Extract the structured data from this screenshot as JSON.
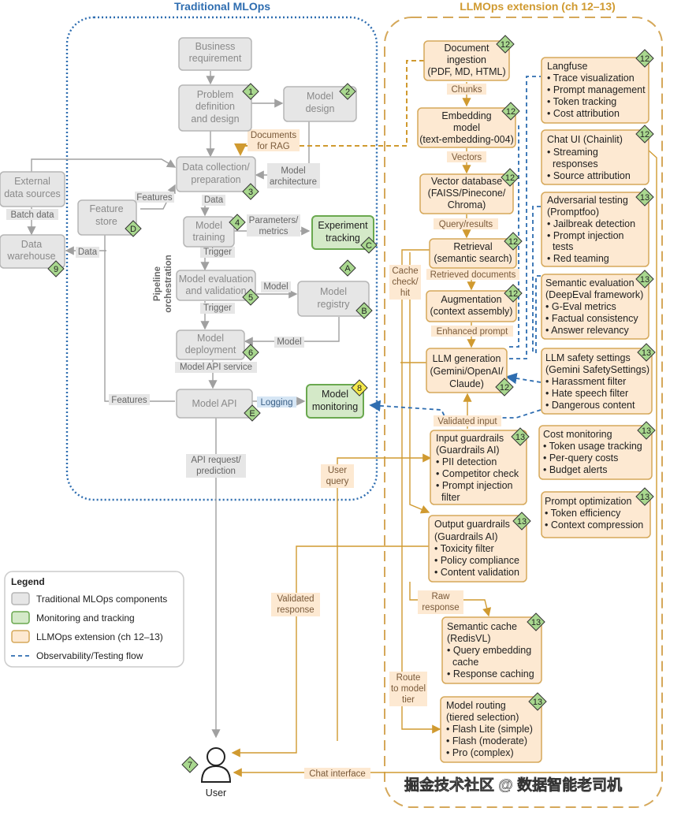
{
  "sections": {
    "traditional": "Traditional MLOps",
    "llmops": "LLMOps extension (ch 12–13)"
  },
  "traditional_nodes": {
    "business_requirement": [
      "Business",
      "requirement"
    ],
    "problem_definition": [
      "Problem",
      "definition",
      "and design"
    ],
    "model_design": [
      "Model",
      "design"
    ],
    "external_data_sources": [
      "External",
      "data sources"
    ],
    "data_warehouse": [
      "Data",
      "warehouse"
    ],
    "feature_store": [
      "Feature",
      "store"
    ],
    "data_collection": [
      "Data collection/",
      "preparation"
    ],
    "model_training": [
      "Model",
      "training"
    ],
    "experiment_tracking": [
      "Experiment",
      "tracking"
    ],
    "model_evaluation": [
      "Model evaluation",
      "and validation"
    ],
    "model_registry": [
      "Model",
      "registry"
    ],
    "model_deployment": [
      "Model",
      "deployment"
    ],
    "model_api": [
      "Model API"
    ],
    "model_monitoring": [
      "Model",
      "monitoring"
    ],
    "user": "User"
  },
  "llm_nodes": {
    "document_ingestion": [
      "Document",
      "ingestion",
      "(PDF, MD, HTML)"
    ],
    "embedding_model": [
      "Embedding",
      "model",
      "(text-embedding-004)"
    ],
    "vector_database": [
      "Vector database",
      "(FAISS/Pinecone/",
      "Chroma)"
    ],
    "retrieval": [
      "Retrieval",
      "(semantic search)"
    ],
    "augmentation": [
      "Augmentation",
      "(context assembly)"
    ],
    "llm_generation": [
      "LLM generation",
      "(Gemini/OpenAI/",
      "Claude)"
    ],
    "input_guardrails": [
      "Input guardrails",
      "(Guardrails AI)",
      "• PII detection",
      "• Competitor check",
      "• Prompt injection",
      "  filter"
    ],
    "output_guardrails": [
      "Output guardrails",
      "(Guardrails AI)",
      "• Toxicity filter",
      "• Policy compliance",
      "• Content validation"
    ],
    "semantic_cache": [
      "Semantic cache",
      "(RedisVL)",
      "• Query embedding",
      "  cache",
      "• Response caching"
    ],
    "model_routing": [
      "Model routing",
      "(tiered selection)",
      "• Flash Lite (simple)",
      "• Flash (moderate)",
      "• Pro (complex)"
    ],
    "langfuse": [
      "Langfuse",
      "• Trace visualization",
      "• Prompt management",
      "• Token tracking",
      "• Cost attribution"
    ],
    "chat_ui": [
      "Chat UI (Chainlit)",
      "• Streaming",
      "  responses",
      "• Source attribution"
    ],
    "adversarial_testing": [
      "Adversarial testing",
      "(Promptfoo)",
      "• Jailbreak detection",
      "• Prompt injection",
      "  tests",
      "• Red teaming"
    ],
    "semantic_evaluation": [
      "Semantic evaluation",
      "(DeepEval framework)",
      "• G-Eval metrics",
      "• Factual consistency",
      "• Answer relevancy"
    ],
    "llm_safety": [
      "LLM safety settings",
      "(Gemini SafetySettings)",
      "• Harassment filter",
      "• Hate speech filter",
      "• Dangerous content"
    ],
    "cost_monitoring": [
      "Cost monitoring",
      "• Token usage tracking",
      "• Per-query costs",
      "• Budget alerts"
    ],
    "prompt_optimization": [
      "Prompt optimization",
      "• Token efficiency",
      "• Context compression"
    ]
  },
  "badges": {
    "b1": "1",
    "b2": "2",
    "b3": "3",
    "b4": "4",
    "b5": "5",
    "b6": "6",
    "b7": "7",
    "b8": "8",
    "b9": "9",
    "bA": "A",
    "bB": "B",
    "bC": "C",
    "bD": "D",
    "bE": "E",
    "b12": "12",
    "b13": "13"
  },
  "edge_labels": {
    "documents_for_rag": [
      "Documents",
      "for RAG"
    ],
    "model_architecture": [
      "Model",
      "architecture"
    ],
    "features_top": "Features",
    "batch_data": "Batch data",
    "data_wh": "Data",
    "data_dc": "Data",
    "parameters_metrics": [
      "Parameters/",
      "metrics"
    ],
    "trigger1": "Trigger",
    "model_reg": "Model",
    "trigger2": "Trigger",
    "model_dep": "Model",
    "model_api_service": "Model API service",
    "features_bottom": "Features",
    "logging": "Logging",
    "api_request": [
      "API request/",
      "prediction"
    ],
    "pipeline_orchestration": [
      "Pipeline",
      "orchestration"
    ],
    "chunks": "Chunks",
    "vectors": "Vectors",
    "query_results": "Query/results",
    "retrieved_documents": "Retrieved documents",
    "enhanced_prompt": "Enhanced prompt",
    "validated_input": "Validated input",
    "cache_check_hit": [
      "Cache",
      "check/",
      "hit"
    ],
    "user_query": [
      "User",
      "query"
    ],
    "validated_response": [
      "Validated",
      "response"
    ],
    "raw_response": [
      "Raw",
      "response"
    ],
    "route_to_model_tier": [
      "Route",
      "to model",
      "tier"
    ],
    "chat_interface": "Chat interface"
  },
  "legend": {
    "title": "Legend",
    "items": [
      "Traditional MLOps components",
      "Monitoring and tracking",
      "LLMOps extension (ch 12–13)",
      "Observability/Testing flow"
    ]
  },
  "colors": {
    "gray_fill": "#e6e6e6",
    "gray_stroke": "#b5b5b5",
    "green_fill": "#d4e9c8",
    "green_stroke": "#6aa84f",
    "orange_fill": "#fde9d2",
    "orange_stroke": "#d5a85a",
    "blue": "#2e6db0",
    "gold": "#d09a30"
  },
  "watermark": "掘金技术社区 @ 数据智能老司机"
}
